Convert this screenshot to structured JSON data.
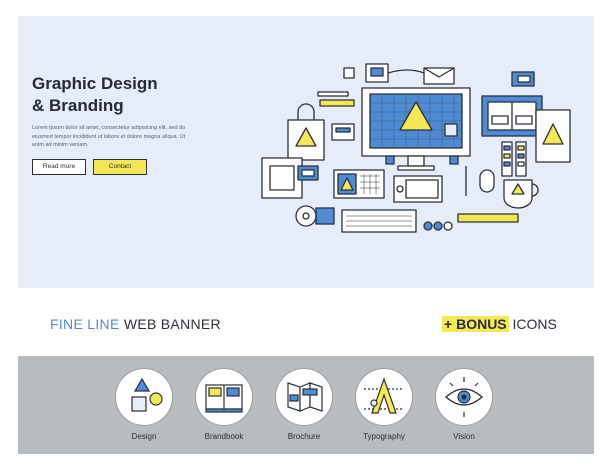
{
  "hero": {
    "title_line1": "Graphic Design",
    "title_line2": "& Branding",
    "body": "Lorem ipsum dolor sit amet, consectetur adipisicing elit, sed do eiusmod tempor incididunt ut labore et dolore magna aliqua. Ut enim ad minim veniam.",
    "read_more": "Read more",
    "contact": "Contact"
  },
  "tagline": {
    "fine": "FINE LINE",
    "rest": "WEB BANNER"
  },
  "bonus": {
    "plus": "+",
    "word": "BONUS",
    "rest": "ICONS"
  },
  "icons": [
    {
      "label": "Design",
      "icon": "design-icon"
    },
    {
      "label": "Brandbook",
      "icon": "brandbook-icon"
    },
    {
      "label": "Brochure",
      "icon": "brochure-icon"
    },
    {
      "label": "Typography",
      "icon": "typography-icon"
    },
    {
      "label": "Vision",
      "icon": "vision-icon"
    }
  ],
  "colors": {
    "banner_bg": "#e6edf8",
    "accent_yellow": "#f4e857",
    "accent_blue": "#4f8bd2",
    "strip_bg": "#b9bcbf"
  }
}
